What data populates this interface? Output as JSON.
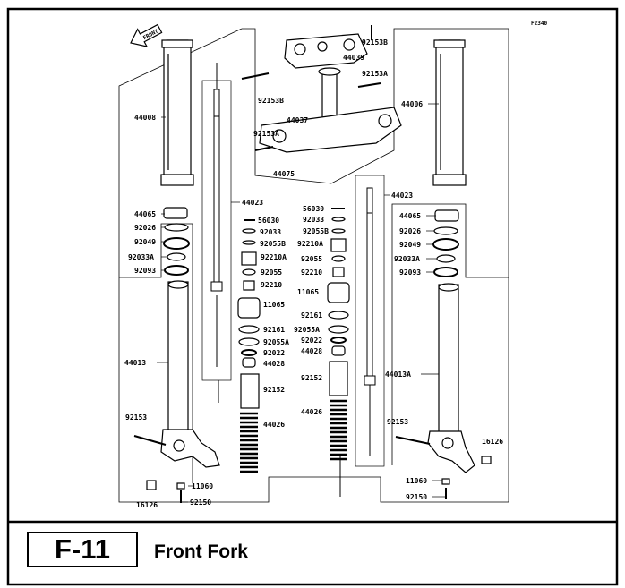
{
  "page": {
    "code": "F-11",
    "title": "Front Fork",
    "fig_ref": "F2340"
  },
  "front_label": "FRONT",
  "labels": {
    "p92153B_top": "92153B",
    "p44039": "44039",
    "p92153A_top": "92153A",
    "p92153B_mid": "92153B",
    "p44037": "44037",
    "p92153A_left": "92153A",
    "p44075": "44075",
    "p44008": "44008",
    "p44006": "44006",
    "p44023_l": "44023",
    "p44023_r": "44023",
    "l44065": "44065",
    "l92026": "92026",
    "l92049": "92049",
    "l92033A": "92033A",
    "l92093": "92093",
    "l44013": "44013",
    "l92153": "92153",
    "l11060": "11060",
    "l16126": "16126",
    "l92150": "92150",
    "c56030": "56030",
    "c92033": "92033",
    "c92055B": "92055B",
    "c92210A": "92210A",
    "c92055": "92055",
    "c92210": "92210",
    "c11065": "11065",
    "c92161": "92161",
    "c92055A": "92055A",
    "c92022": "92022",
    "c44028": "44028",
    "c92152": "92152",
    "c44026": "44026",
    "r56030": "56030",
    "r92033": "92033",
    "r92055B": "92055B",
    "r92210A": "92210A",
    "r92055": "92055",
    "r92210": "92210",
    "r11065": "11065",
    "r92161": "92161",
    "r92055A": "92055A",
    "r92022": "92022",
    "r44028": "44028",
    "r92152": "92152",
    "r44026": "44026",
    "rr44065": "44065",
    "rr92026": "92026",
    "rr92049": "92049",
    "rr92033A": "92033A",
    "rr92093": "92093",
    "rr44013A": "44013A",
    "rr92153": "92153",
    "rr16126": "16126",
    "rr11060": "11060",
    "rr92150": "92150"
  }
}
